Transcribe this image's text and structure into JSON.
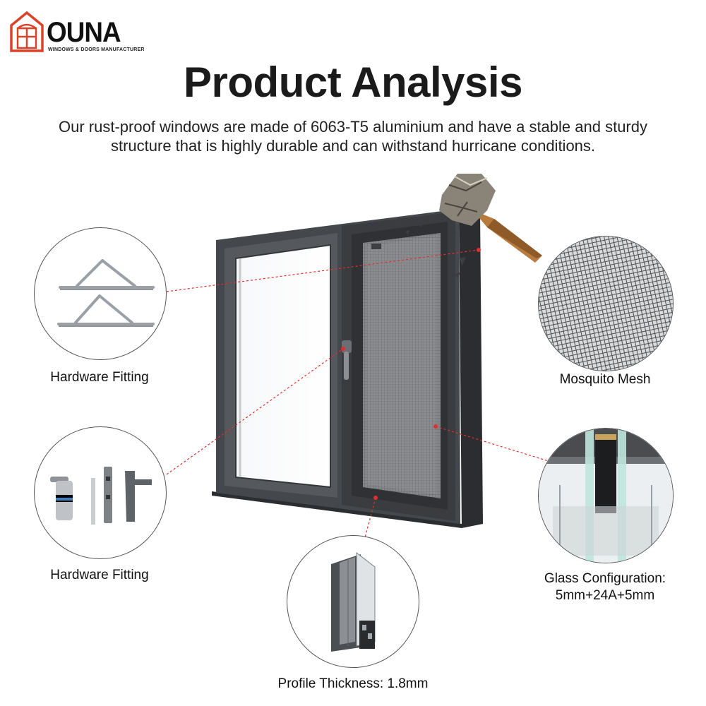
{
  "brand": {
    "name": "OUNA",
    "tagline": "WINDOWS & DOORS MANUFACTURER",
    "color": "#d9432a"
  },
  "header": {
    "title": "Product Analysis",
    "subtitle_line1": "Our rust-proof windows are made of 6063-T5 aluminium and have a stable and sturdy",
    "subtitle_line2": "structure that is highly durable and can withstand hurricane conditions."
  },
  "callouts": {
    "hardware_top": "Hardware Fitting",
    "hardware_bottom": "Hardware Fitting",
    "mesh": "Mosquito Mesh",
    "glass_line1": "Glass Configuration:",
    "glass_line2": "5mm+24A+5mm",
    "profile": "Profile Thickness: 1.8mm"
  },
  "colors": {
    "frame": "#3d3f42",
    "leader": "#e0302e",
    "hammer_handle": "#b97a3d"
  }
}
